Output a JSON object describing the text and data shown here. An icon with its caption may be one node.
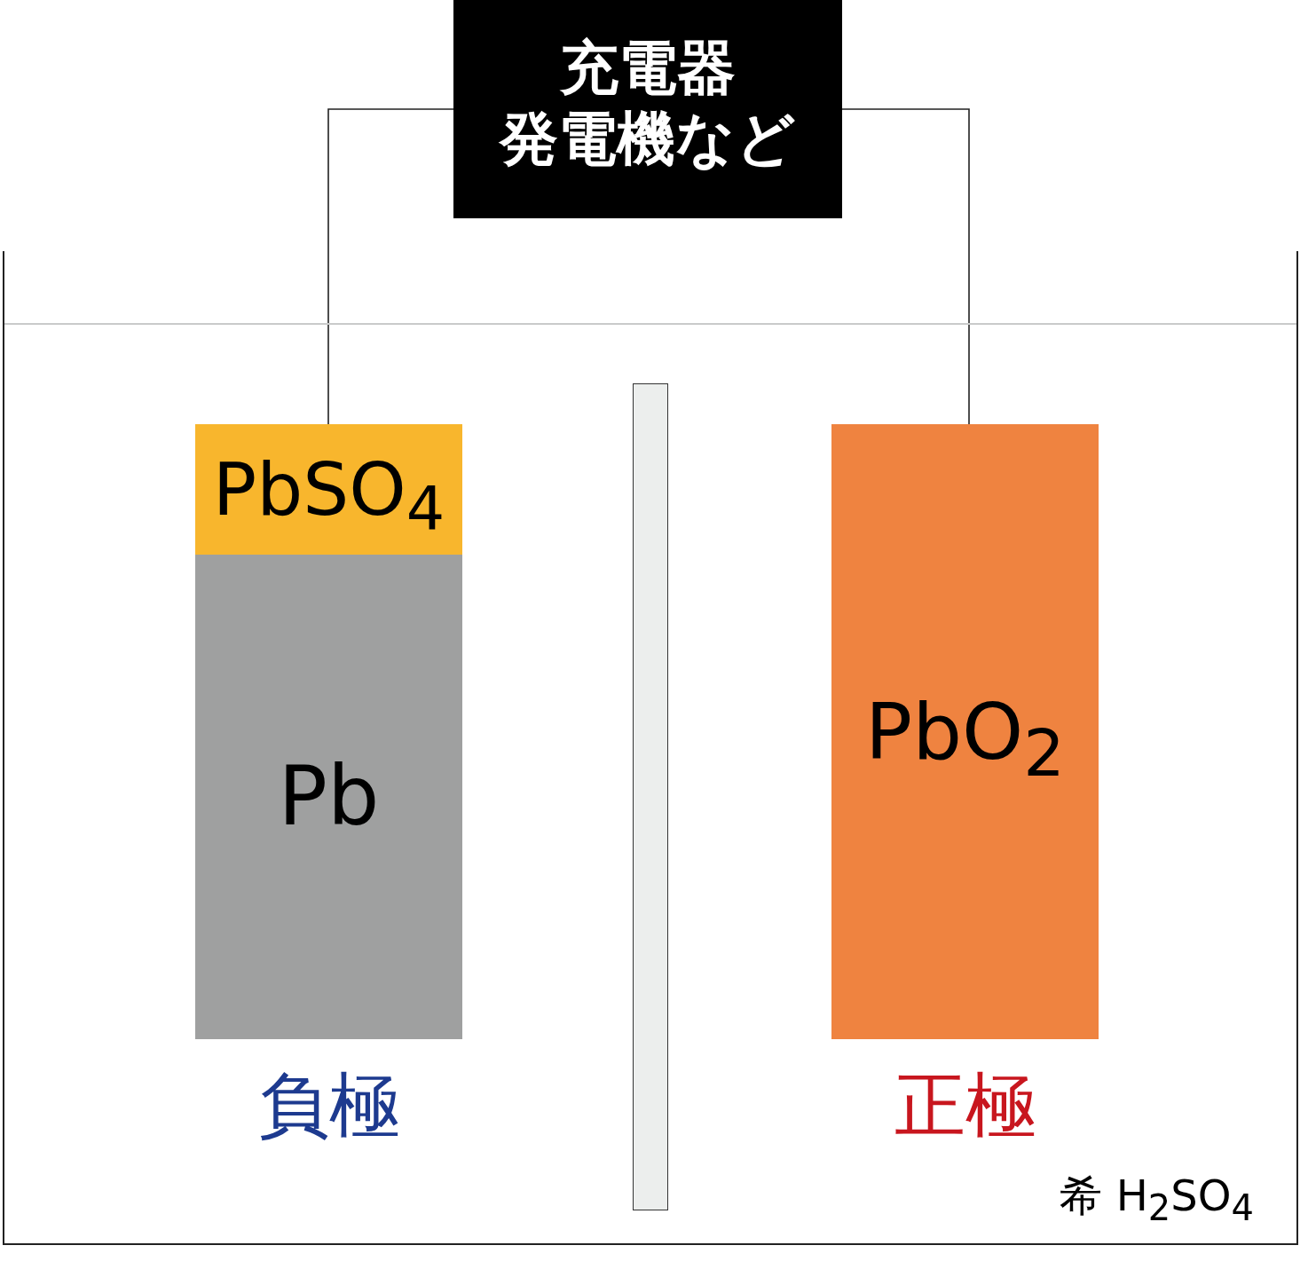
{
  "diagram": {
    "nodes": [
      {
        "text": [
          "充電器",
          "発電機など"
        ]
      },
      {
        "text": [
          "希 H$_{2}$SO$_{4}$"
        ]
      },
      {
        "text": [
          "PbSO$_{4}$"
        ],
        "in": 1
      },
      {
        "text": [
          "Pb"
        ],
        "in": 1,
        "beside": [
          "負極"
        ]
      },
      {
        "text": [],
        "shape": "bar",
        "in": 1
      },
      {
        "text": [
          "PbO$_{2}$"
        ],
        "in": 1,
        "beside": [
          "正極"
        ]
      }
    ],
    "edges": [
      {
        "from": 0,
        "to": 2,
        "arrow": "none"
      },
      {
        "from": 0,
        "to": 5,
        "arrow": "none"
      }
    ]
  }
}
